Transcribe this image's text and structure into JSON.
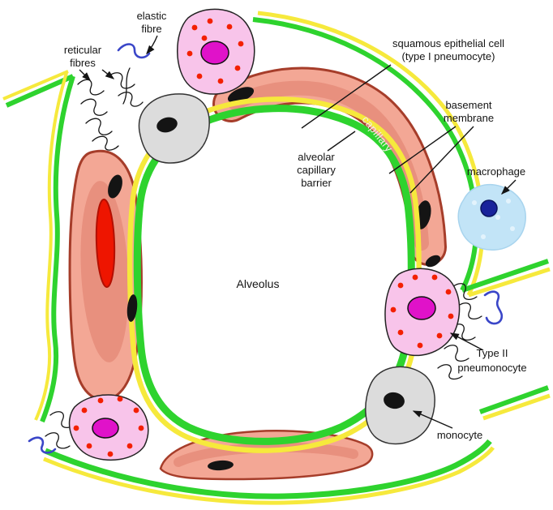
{
  "figure": {
    "name": "Alveolus histology diagram",
    "center_label": "Alveolus",
    "capillary_label": "capillary",
    "labels": {
      "elastic_fibre": {
        "line1": "elastic",
        "line2": "fibre"
      },
      "reticular_fibres": {
        "line1": "reticular",
        "line2": "fibres"
      },
      "squamous_epithelial": {
        "line1": "squamous epithelial cell",
        "line2": "(type I pneumocyte)"
      },
      "basement_membrane": {
        "line1": "basement",
        "line2": "membrane"
      },
      "macrophage": {
        "line1": "macrophage"
      },
      "alveolar_capillary_barrier": {
        "line1": "alveolar",
        "line2": "capillary",
        "line3": "barrier"
      },
      "type_ii_pneumonocyte": {
        "line1": "Type II",
        "line2": "pneumonocyte"
      },
      "monocyte": {
        "line1": "monocyte"
      }
    },
    "colors": {
      "membrane_green": "#2ed32e",
      "surfactant_yellow": "#f6e93c",
      "capillary_fill": "#f3a795",
      "capillary_outline": "#a63d2a",
      "capillary_inner": "#e8907e",
      "capillary_core_red": "#ee1500",
      "type2_cell_fill": "#f8c4ea",
      "type2_nucleus": "#e012c9",
      "granule_red": "#f32000",
      "gray_cell_fill": "#dcdcdc",
      "macrophage_fill": "#c2e4f7",
      "macrophage_nucleus": "#18239b",
      "elastic_blue": "#3a46c8",
      "line_black": "#141414"
    }
  }
}
